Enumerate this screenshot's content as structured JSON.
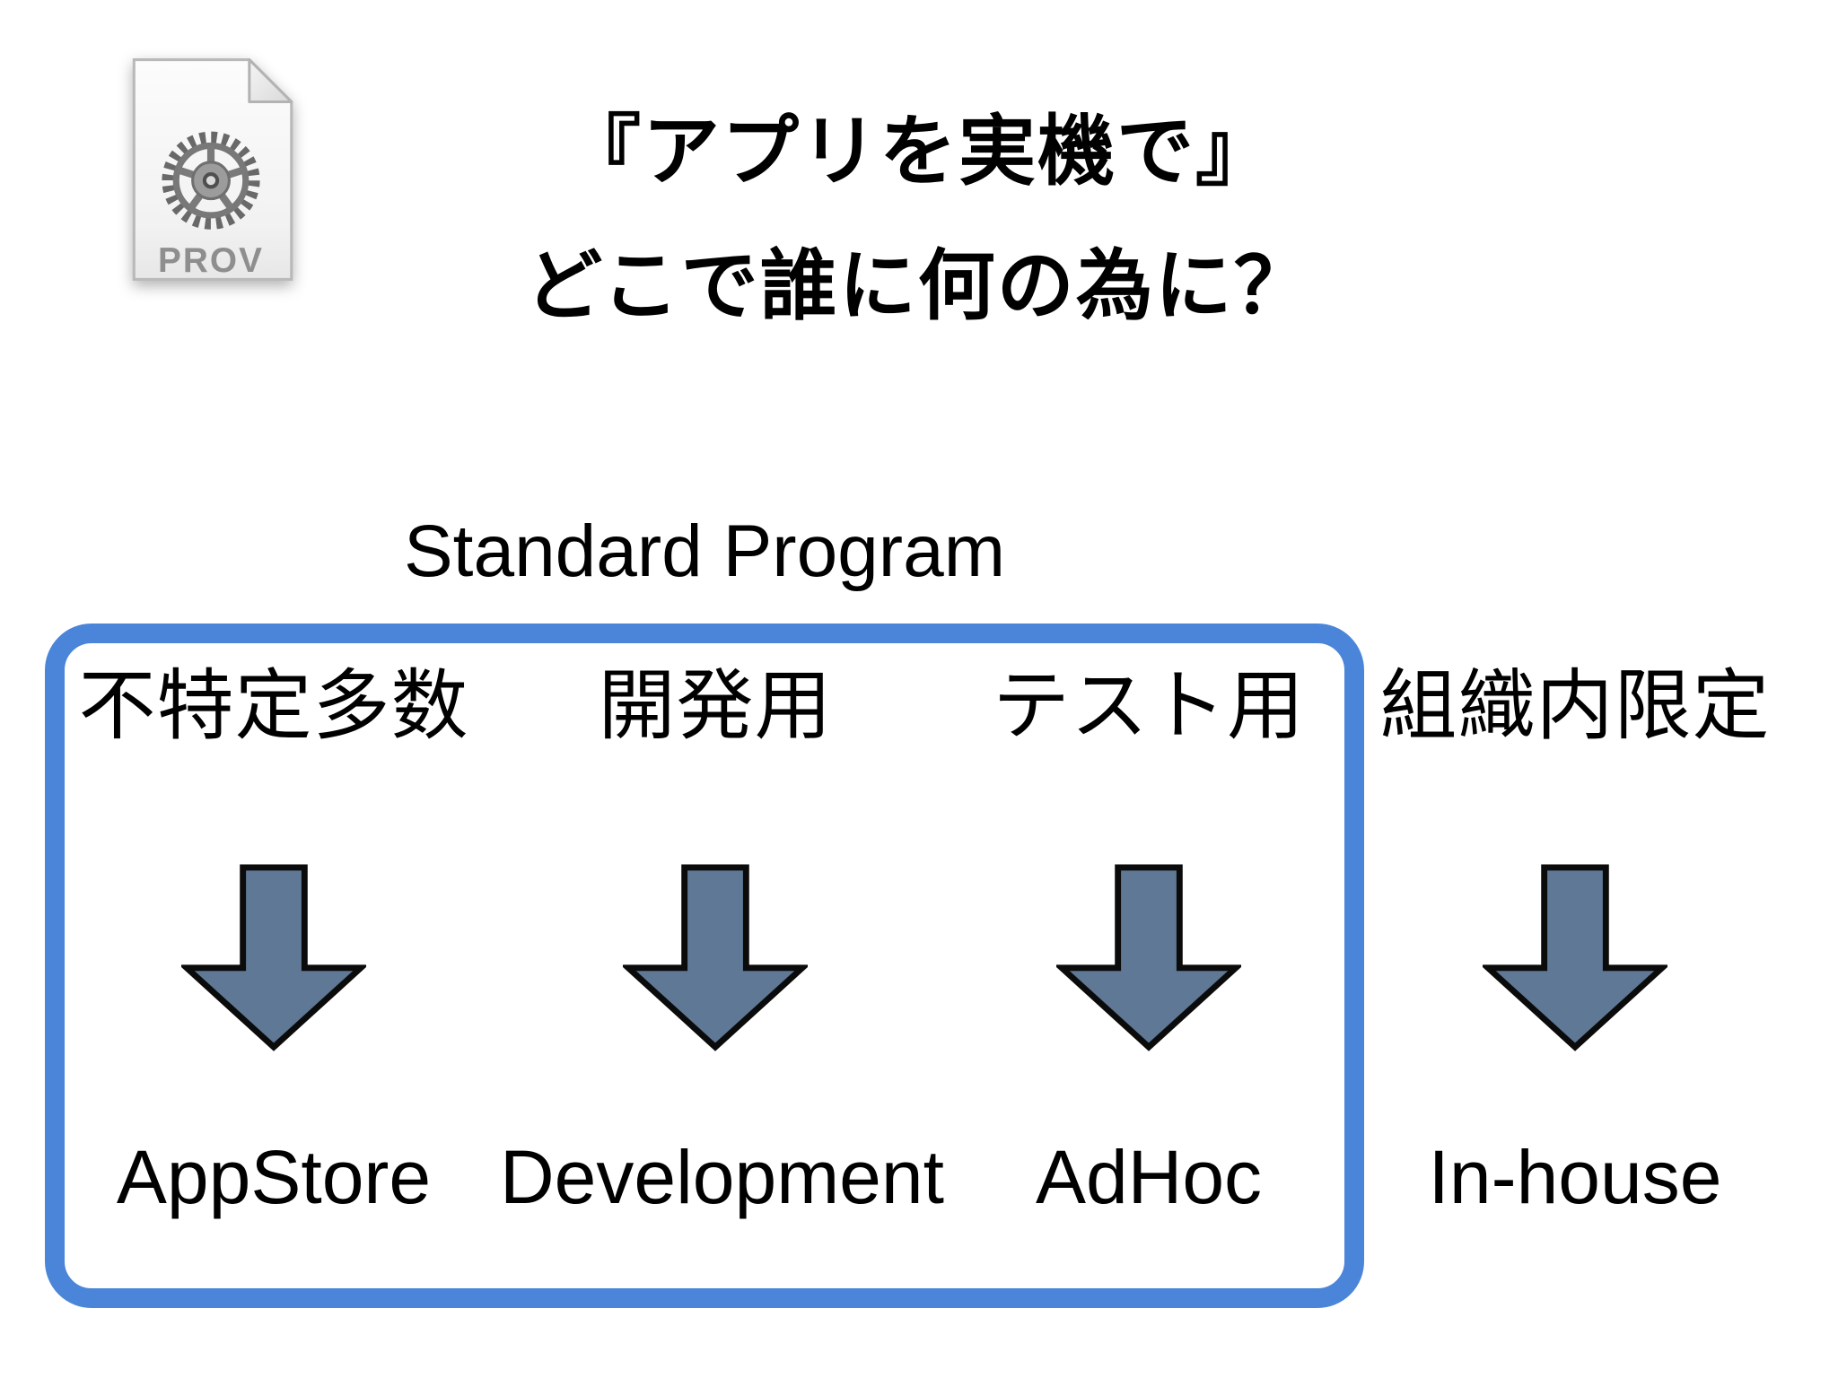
{
  "slide": {
    "icon": {
      "label": "PROV"
    },
    "title": {
      "line1": "『アプリを実機で』",
      "line2": "どこで誰に何の為に？"
    },
    "group_label": "Standard Program",
    "columns": [
      {
        "audience": "不特定多数",
        "profile": "AppStore"
      },
      {
        "audience": "開発用",
        "profile": "Development"
      },
      {
        "audience": "テスト用",
        "profile": "AdHoc"
      },
      {
        "audience": "組織内限定",
        "profile": "In-house"
      }
    ],
    "colors": {
      "box_border": "#4a85d9",
      "arrow_fill": "#5e7895",
      "arrow_stroke": "#0b0b0b",
      "text": "#000000",
      "prov_label": "#8e8e8e"
    }
  }
}
